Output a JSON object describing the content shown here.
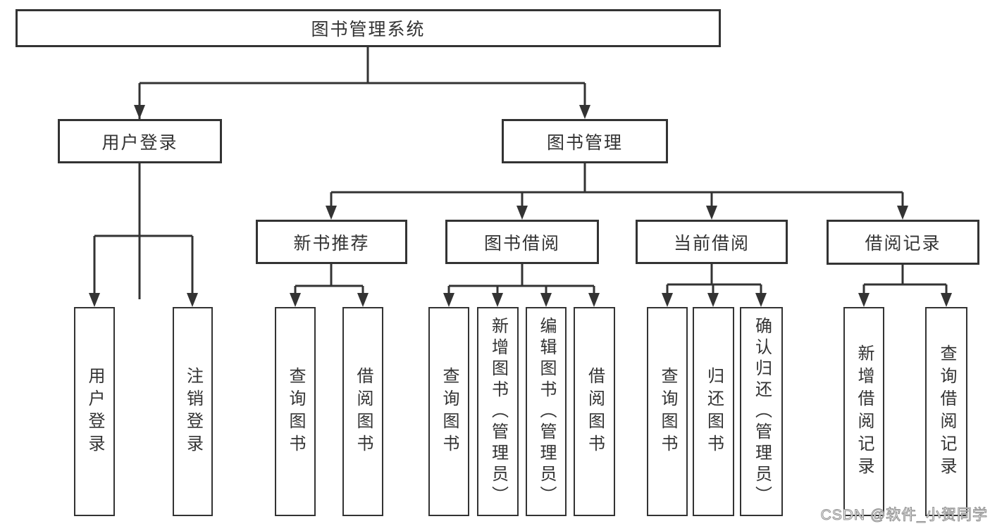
{
  "title": "图书管理系统",
  "tree": {
    "label": "图书管理系统",
    "children": [
      {
        "label": "用户登录",
        "children": [
          {
            "label": "用户登录"
          },
          {
            "label": "注销登录"
          }
        ]
      },
      {
        "label": "图书管理",
        "children": [
          {
            "label": "新书推荐",
            "children": [
              {
                "label": "查询图书"
              },
              {
                "label": "借阅图书"
              }
            ]
          },
          {
            "label": "图书借阅",
            "children": [
              {
                "label": "查询图书"
              },
              {
                "label": "新增图书（管理员）"
              },
              {
                "label": "编辑图书（管理员）"
              },
              {
                "label": "借阅图书"
              }
            ]
          },
          {
            "label": "当前借阅",
            "children": [
              {
                "label": "查询图书"
              },
              {
                "label": "归还图书"
              },
              {
                "label": "确认归还（管理员）"
              }
            ]
          },
          {
            "label": "借阅记录",
            "children": [
              {
                "label": "新增借阅记录"
              },
              {
                "label": "查询借阅记录"
              }
            ]
          }
        ]
      }
    ]
  },
  "watermark": {
    "text": "CSDN @软件_小贺同学"
  },
  "colors": {
    "line": "#333333",
    "border": "#333333",
    "text": "#333333",
    "background": "#ffffff",
    "watermark_fill": "#ffffff",
    "watermark_outline": "#8f8f8f"
  }
}
